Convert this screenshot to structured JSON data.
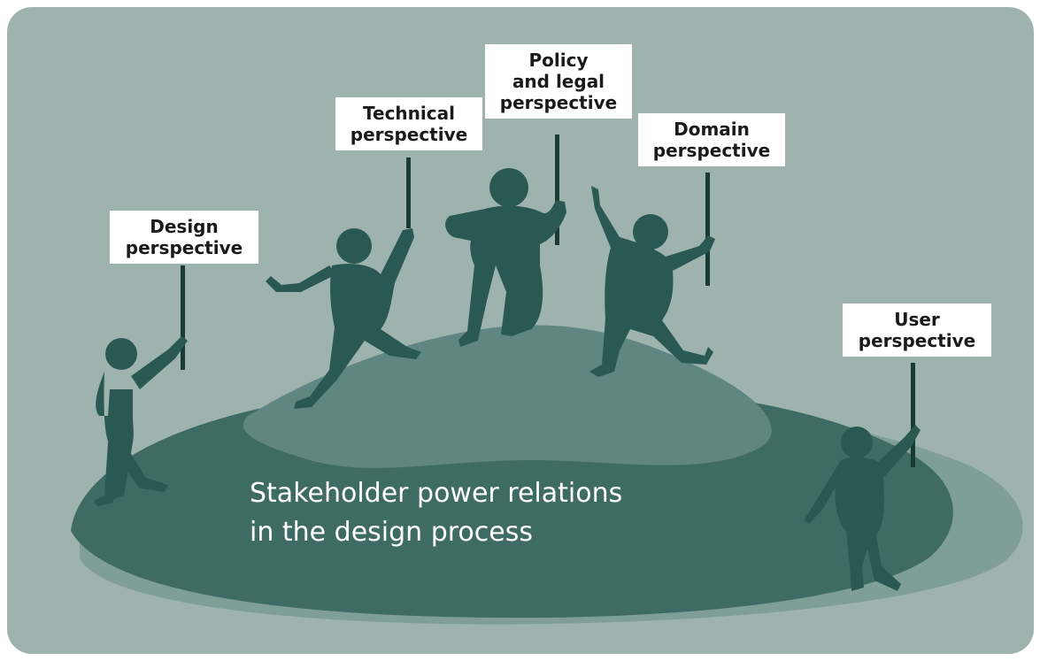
{
  "colors": {
    "background": "#9fb3ae",
    "hill_dark": "#3f6b65",
    "hill_light": "#5f8680",
    "figure": "#2a5953",
    "sign_bg": "#ffffff",
    "caption_text": "#ffffff"
  },
  "signs": {
    "design": [
      "Design",
      "perspective"
    ],
    "technical": [
      "Technical",
      "perspective"
    ],
    "policy": [
      "Policy",
      "and legal",
      "perspective"
    ],
    "domain": [
      "Domain",
      "perspective"
    ],
    "user": [
      "User",
      "perspective"
    ]
  },
  "caption": {
    "line1": "Stakeholder power relations",
    "line2": "in the design process"
  }
}
